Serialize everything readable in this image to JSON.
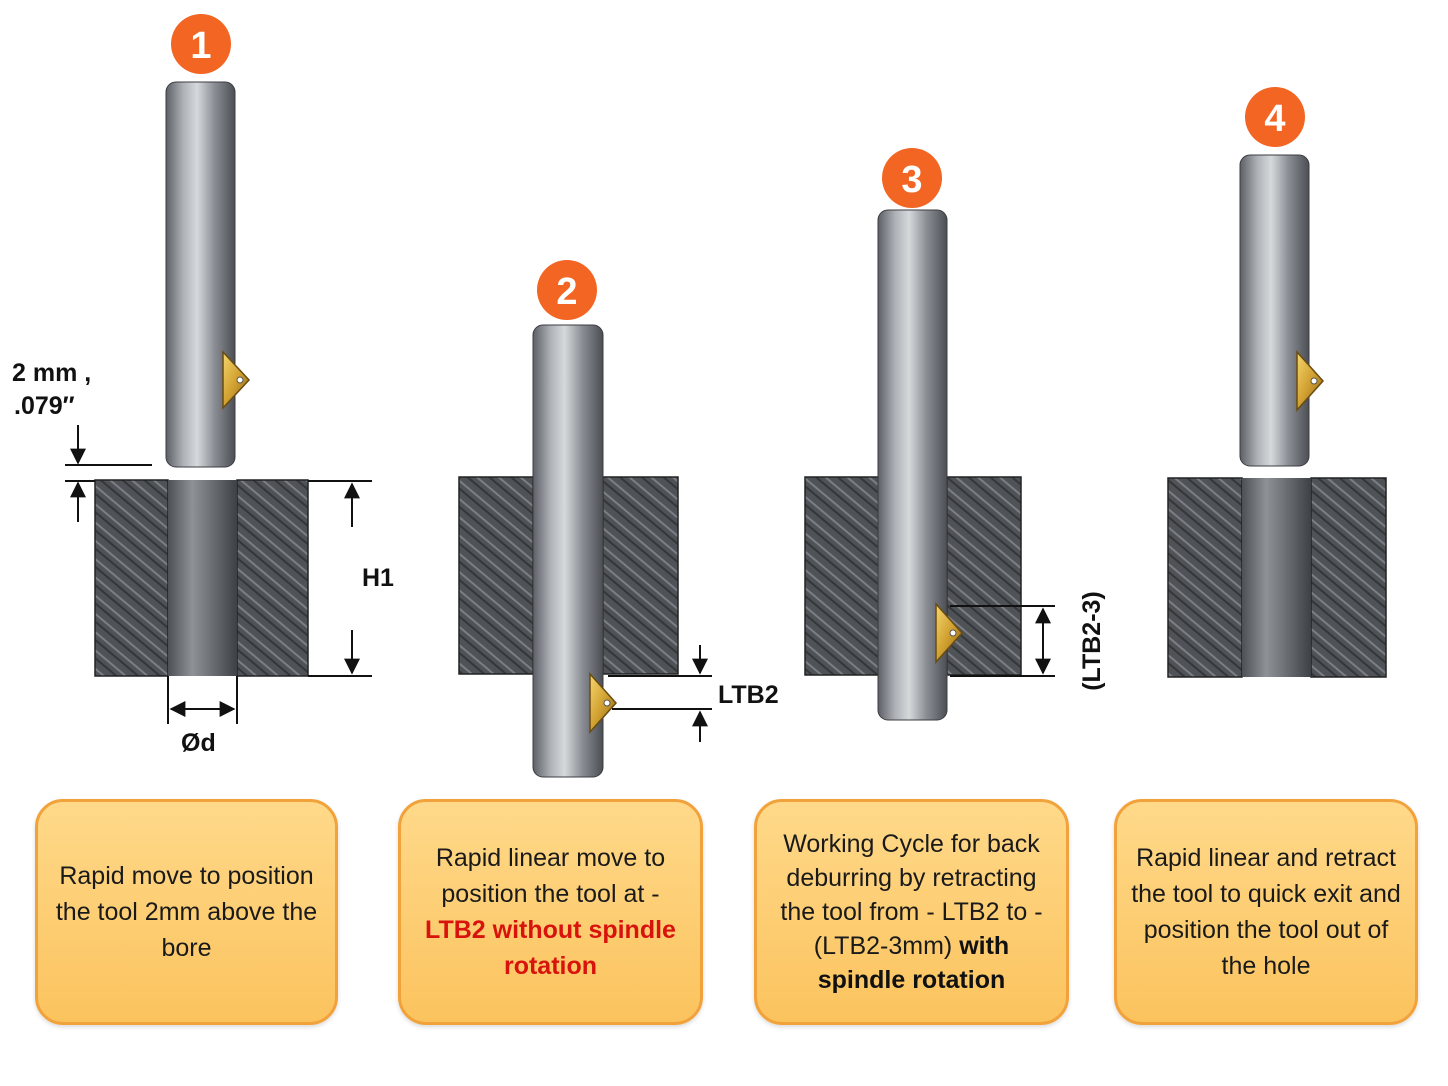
{
  "steps": [
    {
      "number": "1",
      "caption": "Rapid move to position the tool 2mm above the bore"
    },
    {
      "number": "2",
      "caption_plain": "Rapid linear move to position the tool at -",
      "caption_emphasis": "LTB2 without spindle rotation"
    },
    {
      "number": "3",
      "caption_plain": "Working Cycle for back deburring by retracting the tool from - LTB2 to - (LTB2-3mm)",
      "caption_emphasis": "with spindle rotation"
    },
    {
      "number": "4",
      "caption": "Rapid linear and retract the tool to quick exit and position the tool out of the hole"
    }
  ],
  "dimensions": {
    "clearance_metric": "2 mm ,",
    "clearance_imperial": ".079″",
    "height": "H1",
    "diameter": "Ød",
    "depth": "LTB2",
    "retract": "(LTB2-3)"
  },
  "colors": {
    "badge": "#f26522",
    "card_fill": "#fbc35e",
    "card_border": "#f2a23a",
    "emphasis_red": "#d8130e",
    "insert_gold": "#c89a2e"
  }
}
